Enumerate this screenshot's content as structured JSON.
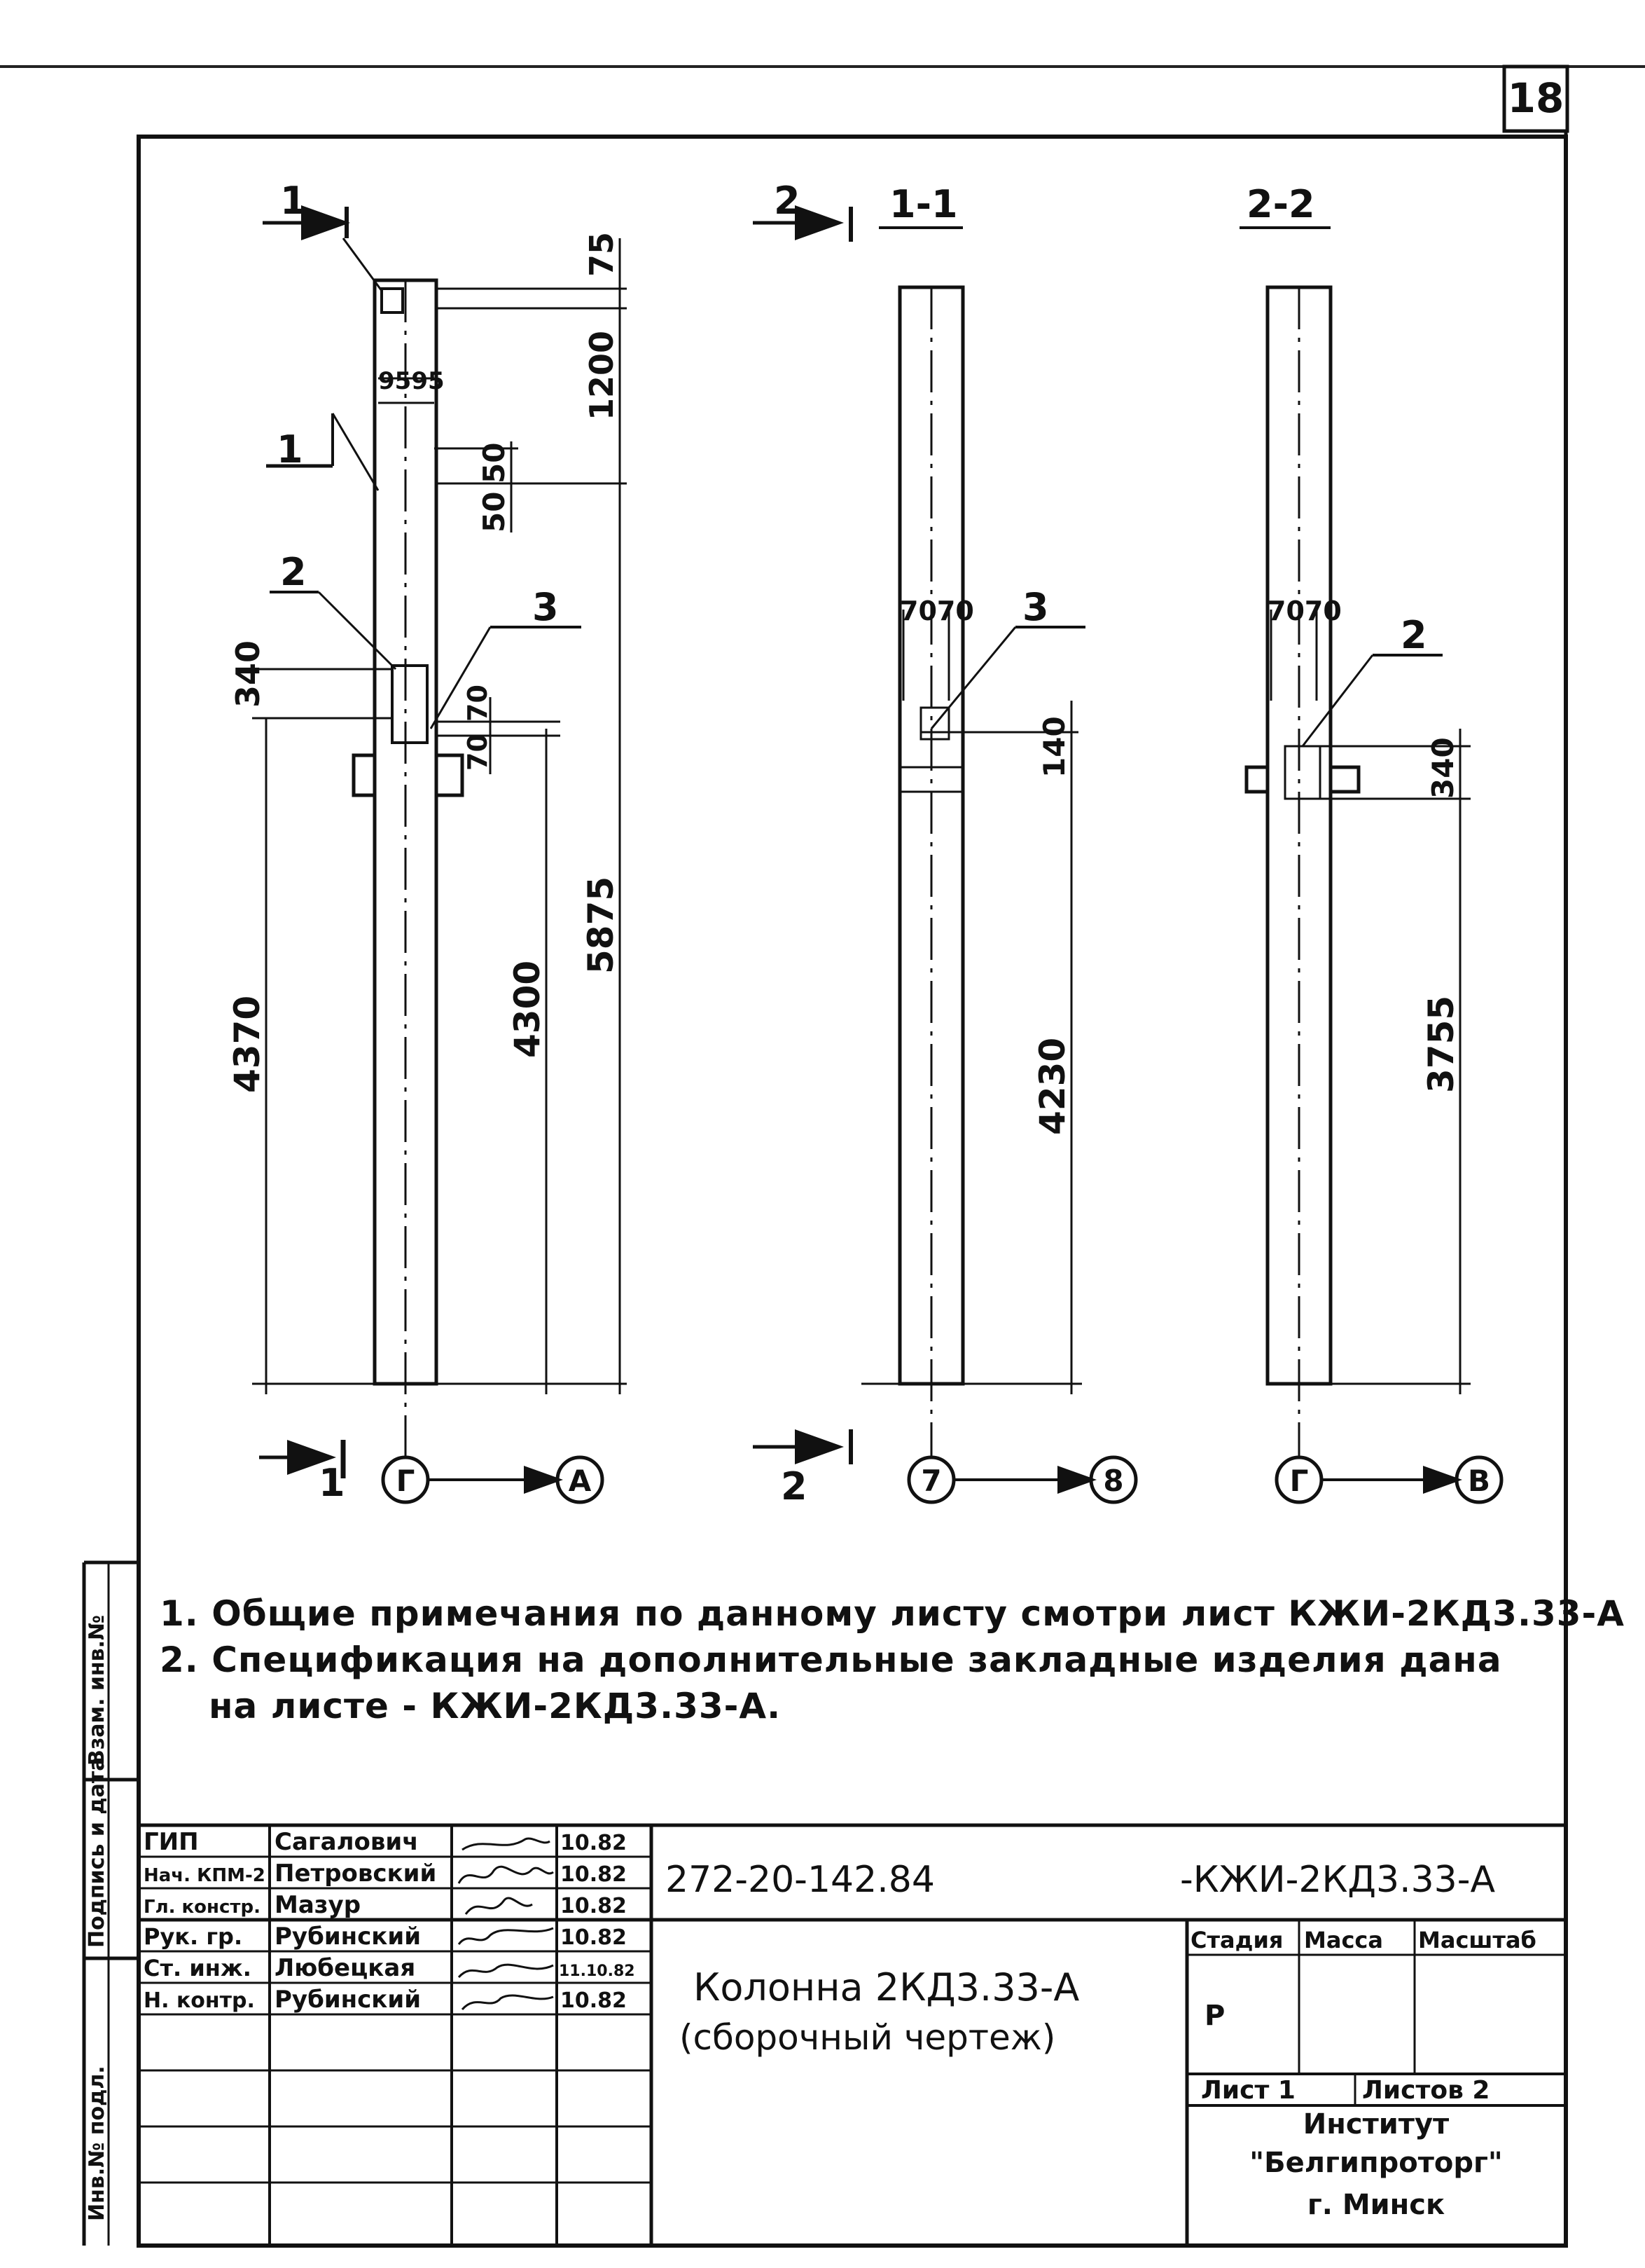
{
  "sheet_number": "18",
  "side_stamp": {
    "labels": [
      "Инв.№ подл.",
      "Подпись и дата",
      "Взам. инв.№"
    ]
  },
  "views": {
    "main": {
      "section_marker_top": "1",
      "section_marker_top2": "1",
      "section_marker_bottom": "1",
      "dims": {
        "d75": "75",
        "d1200": "1200",
        "d9595": "9595",
        "d50a": "50",
        "d50b": "50",
        "d340": "340",
        "d70a": "70",
        "d70b": "70",
        "d4370": "4370",
        "d4300": "4300",
        "d5875": "5875"
      },
      "callout_2": "2",
      "callout_3": "3",
      "axis_left": "Г",
      "axis_right": "А"
    },
    "section_1_1": {
      "title": "1-1",
      "section_marker_top": "2",
      "section_marker_bottom": "2",
      "dims": {
        "d7070": "7070",
        "d140": "140",
        "d4230": "4230"
      },
      "callout_3": "3",
      "axis_left": "7",
      "axis_right": "8"
    },
    "section_2_2": {
      "title": "2-2",
      "dims": {
        "d7070": "7070",
        "d340": "340",
        "d3755": "3755"
      },
      "callout_2": "2",
      "axis_left": "Г",
      "axis_right": "В"
    }
  },
  "notes": {
    "line1": "1. Общие примечания по данному листу смотри лист КЖИ-2КД3.33-А",
    "line2": "2. Спецификация на дополнительные закладные изделия дана",
    "line3": "на листе - КЖИ-2КД3.33-А."
  },
  "title_block": {
    "rows": [
      {
        "role": "ГИП",
        "name": "Сагалович",
        "date": "10.82"
      },
      {
        "role": "Нач. КПМ-2",
        "name": "Петровский",
        "date": "10.82"
      },
      {
        "role": "Гл. констр.",
        "name": "Мазур",
        "date": "10.82"
      },
      {
        "role": "Рук. гр.",
        "name": "Рубинский",
        "date": "10.82"
      },
      {
        "role": "Ст. инж.",
        "name": "Любецкая",
        "date": "11.10.82"
      },
      {
        "role": "Н. контр.",
        "name": "Рубинский",
        "date": "10.82"
      }
    ],
    "doc_code_left": "272-20-142.84",
    "doc_code_right": "-КЖИ-2КД3.33-А",
    "title_line1": "Колонна 2КД3.33-А",
    "title_line2": "(сборочный чертеж)",
    "col_stage": "Стадия",
    "col_mass": "Масса",
    "col_scale": "Масштаб",
    "stage_value": "Р",
    "sheet_label": "Лист 1",
    "sheets_label": "Листов 2",
    "org_line1": "Институт",
    "org_line2": "\"Белгипроторг\"",
    "org_line3": "г. Минск"
  }
}
